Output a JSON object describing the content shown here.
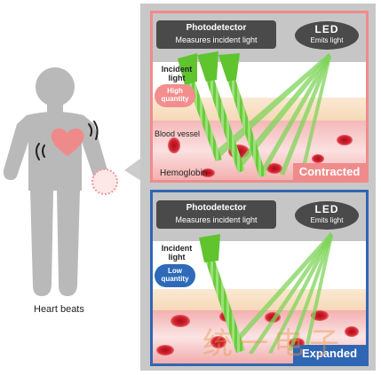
{
  "figure": {
    "heart_caption": "Heart beats",
    "watermark": "统一电子"
  },
  "panels": [
    {
      "state": "Contracted",
      "photodetector_title": "Photodetector",
      "photodetector_sub": "Measures incident light",
      "led_title": "LED",
      "led_sub": "Emits light",
      "incident_label_1": "Incident",
      "incident_label_2": "light",
      "quantity_1": "High",
      "quantity_2": "quantity",
      "blood_vessel_label": "Blood vessel",
      "hemoglobin_label": "Hemoglobin",
      "frame_color": "#f08b8b",
      "quantity_color": "#f28e8e"
    },
    {
      "state": "Expanded",
      "photodetector_title": "Photodetector",
      "photodetector_sub": "Measures incident light",
      "led_title": "LED",
      "led_sub": "Emits light",
      "incident_label_1": "Incident",
      "incident_label_2": "light",
      "quantity_1": "Low",
      "quantity_2": "quantity",
      "frame_color": "#2f66b3",
      "quantity_color": "#2e6ab8"
    }
  ]
}
